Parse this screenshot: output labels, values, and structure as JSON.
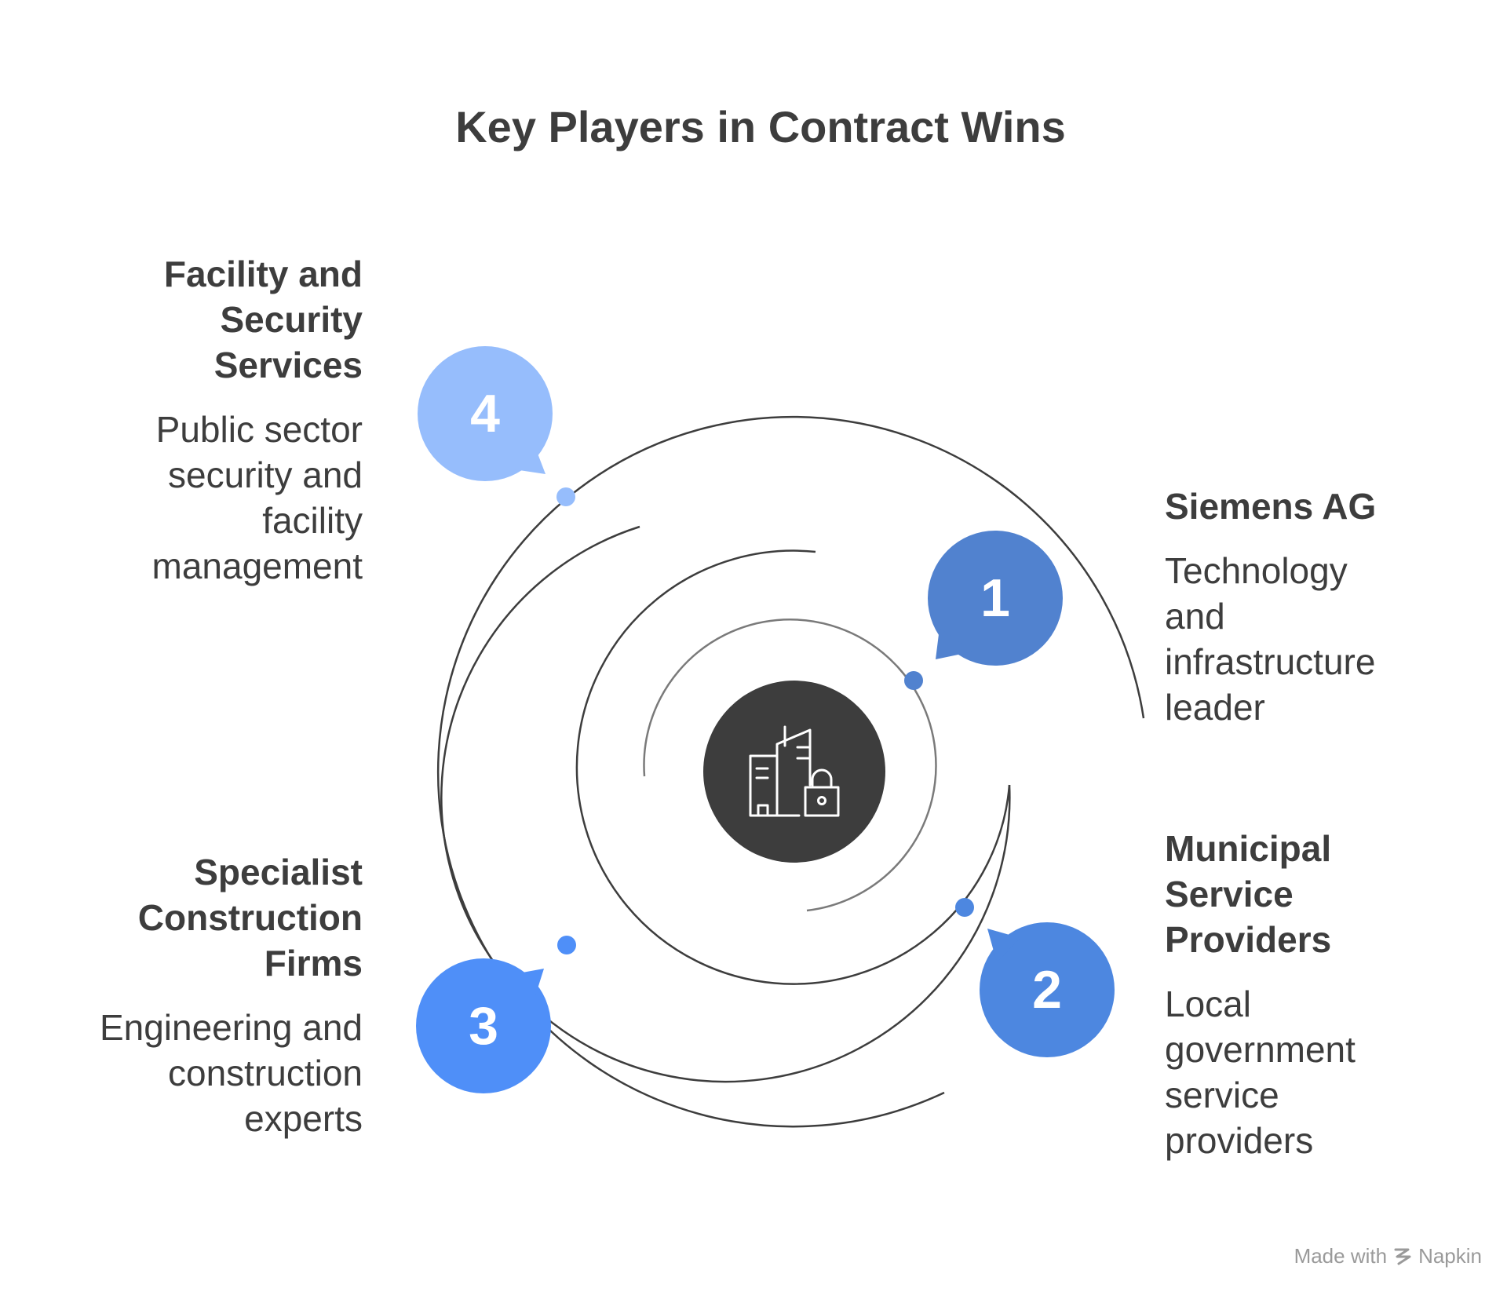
{
  "title": "Key Players in Contract Wins",
  "colors": {
    "ring": "#3d3d3d",
    "center": "#3d3d3d",
    "item1": "#5182cf",
    "item2": "#4d87e0",
    "item3": "#4f8ff8",
    "item4": "#96bdfc"
  },
  "center_icon": "buildings-lock-icon",
  "items": [
    {
      "number": "1",
      "heading": "Siemens AG",
      "description": "Technology and infrastructure leader"
    },
    {
      "number": "2",
      "heading": "Municipal Service Providers",
      "description": "Local government service providers"
    },
    {
      "number": "3",
      "heading": "Specialist Construction Firms",
      "description": "Engineering and construction experts"
    },
    {
      "number": "4",
      "heading": "Facility and Security Services",
      "description": "Public sector security and facility management"
    }
  ],
  "footer": {
    "made_with": "Made with",
    "brand": "Napkin"
  }
}
